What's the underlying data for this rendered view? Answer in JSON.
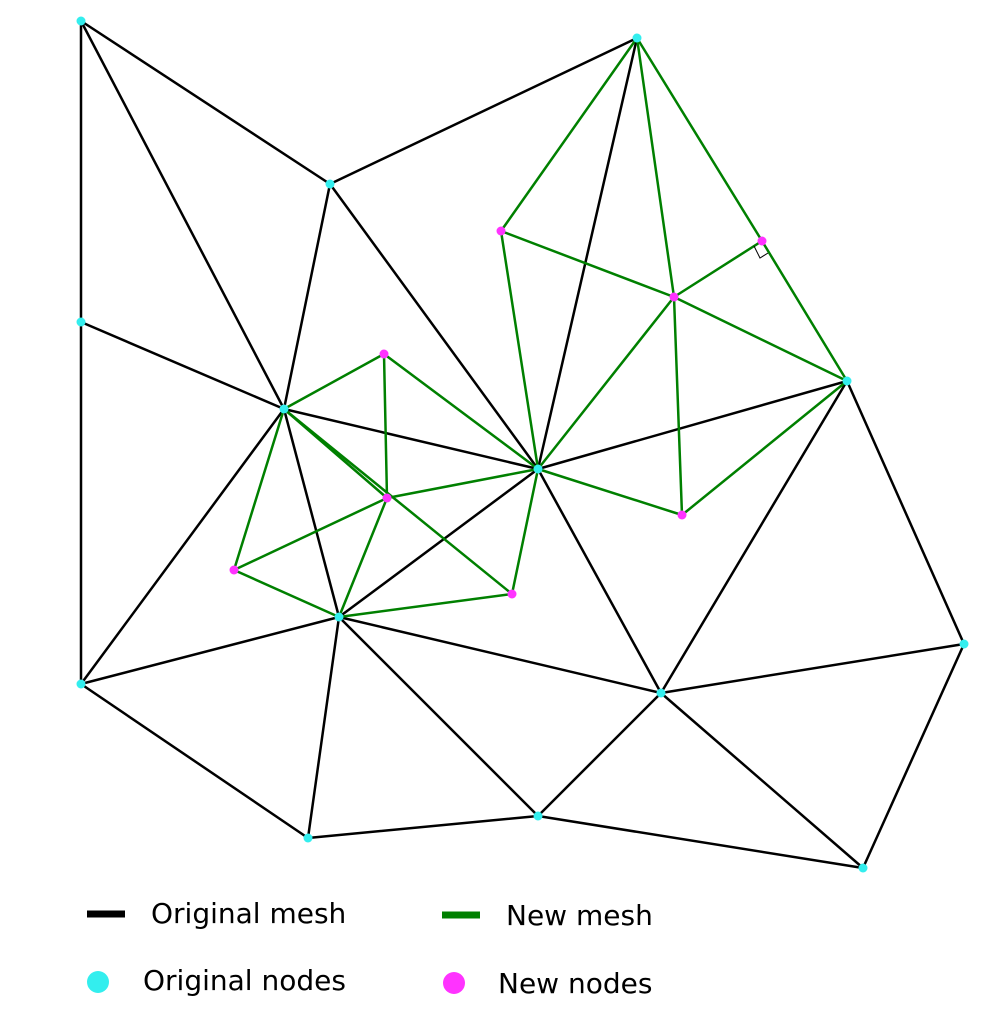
{
  "colors": {
    "original_mesh": "#000000",
    "new_mesh": "#008000",
    "original_nodes": "#33eeee",
    "new_nodes": "#ff33ff",
    "background": "#ffffff"
  },
  "legend": {
    "original_mesh_label": "Original mesh",
    "new_mesh_label": "New mesh",
    "original_nodes_label": "Original nodes",
    "new_nodes_label": "New nodes"
  }
}
